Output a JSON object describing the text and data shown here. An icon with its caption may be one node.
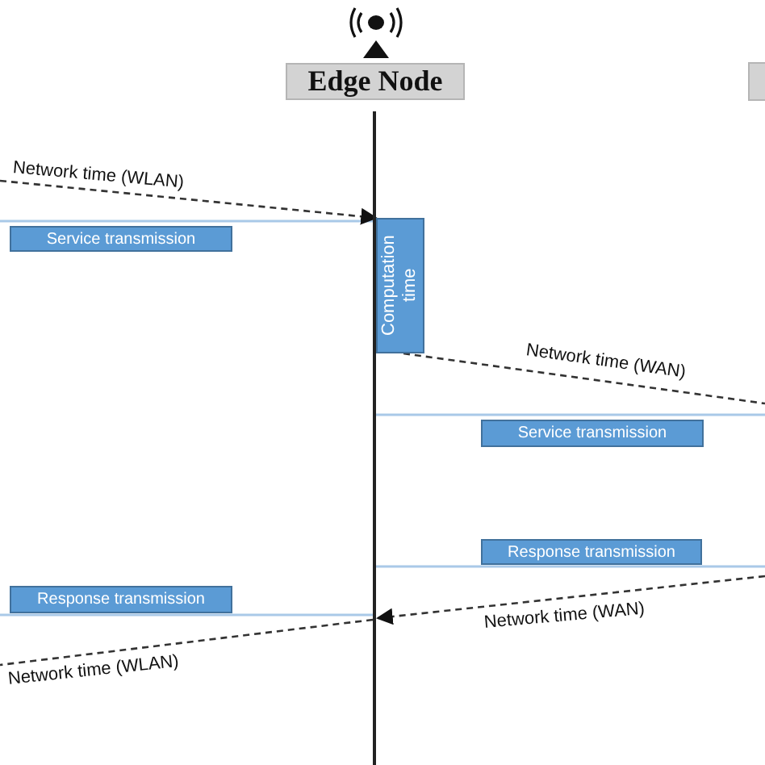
{
  "diagram": {
    "nodes": [
      {
        "text": [
          "Edge Node"
        ]
      },
      {
        "text": [],
        "shape": "bar"
      },
      {
        "text": [
          "Service transmission"
        ]
      },
      {
        "text": [
          "Computation time"
        ]
      },
      {
        "text": [
          "Service transmission"
        ]
      },
      {
        "text": [
          "Response transmission"
        ]
      },
      {
        "text": [
          "Response transmission"
        ]
      }
    ],
    "edges": [
      {
        "from": null,
        "to": 3,
        "arrow": "to",
        "style": "dashed",
        "label": "Network time (WLAN)"
      },
      {
        "from": 3,
        "to": null,
        "arrow": "none",
        "style": "dashed",
        "label": "Network time (WAN)"
      },
      {
        "from": null,
        "to": 1,
        "arrow": "to",
        "style": "dashed",
        "label": "Network time (WAN)"
      },
      {
        "from": 1,
        "to": null,
        "arrow": "none",
        "style": "dashed",
        "label": "Network time (WLAN)"
      }
    ]
  }
}
